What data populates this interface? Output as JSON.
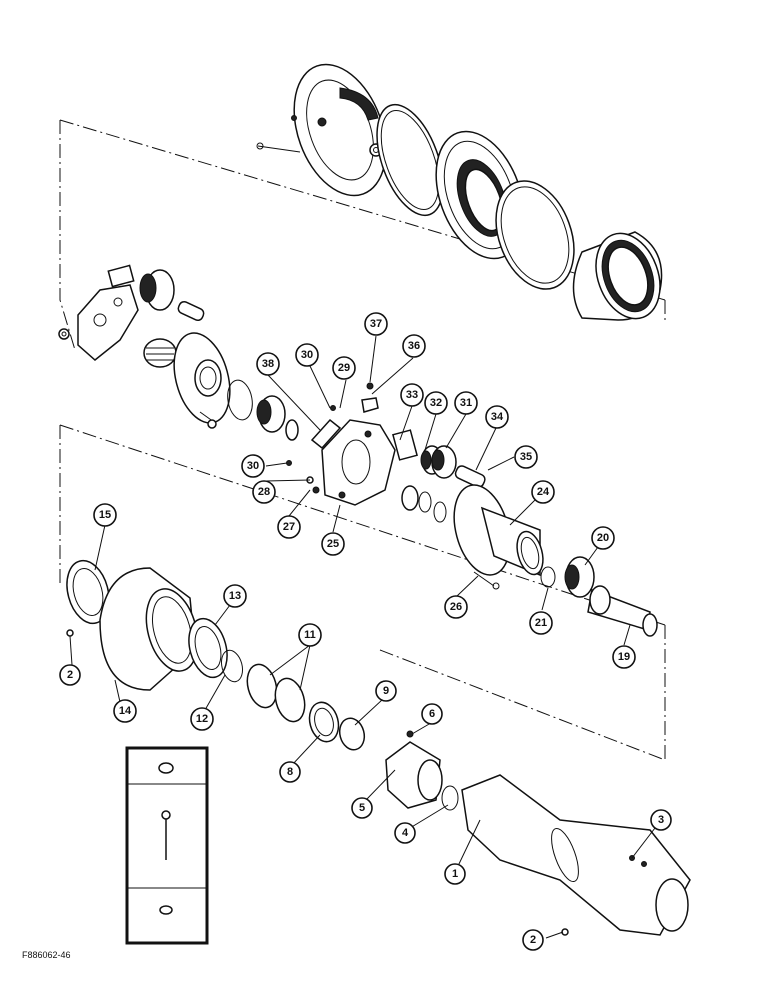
{
  "figure_code": "F886062-46",
  "callouts": [
    {
      "id": "c1",
      "label": "1"
    },
    {
      "id": "c2a",
      "label": "2"
    },
    {
      "id": "c2b",
      "label": "2"
    },
    {
      "id": "c3",
      "label": "3"
    },
    {
      "id": "c4",
      "label": "4"
    },
    {
      "id": "c5",
      "label": "5"
    },
    {
      "id": "c6",
      "label": "6"
    },
    {
      "id": "c8",
      "label": "8"
    },
    {
      "id": "c9",
      "label": "9"
    },
    {
      "id": "c11",
      "label": "11"
    },
    {
      "id": "c12",
      "label": "12"
    },
    {
      "id": "c13",
      "label": "13"
    },
    {
      "id": "c14",
      "label": "14"
    },
    {
      "id": "c15",
      "label": "15"
    },
    {
      "id": "c19",
      "label": "19"
    },
    {
      "id": "c20",
      "label": "20"
    },
    {
      "id": "c21",
      "label": "21"
    },
    {
      "id": "c24",
      "label": "24"
    },
    {
      "id": "c25",
      "label": "25"
    },
    {
      "id": "c26",
      "label": "26"
    },
    {
      "id": "c27",
      "label": "27"
    },
    {
      "id": "c28",
      "label": "28"
    },
    {
      "id": "c29",
      "label": "29"
    },
    {
      "id": "c30a",
      "label": "30"
    },
    {
      "id": "c30b",
      "label": "30"
    },
    {
      "id": "c31",
      "label": "31"
    },
    {
      "id": "c32",
      "label": "32"
    },
    {
      "id": "c33",
      "label": "33"
    },
    {
      "id": "c34",
      "label": "34"
    },
    {
      "id": "c35",
      "label": "35"
    },
    {
      "id": "c36",
      "label": "36"
    },
    {
      "id": "c37",
      "label": "37"
    },
    {
      "id": "c38",
      "label": "38"
    }
  ]
}
